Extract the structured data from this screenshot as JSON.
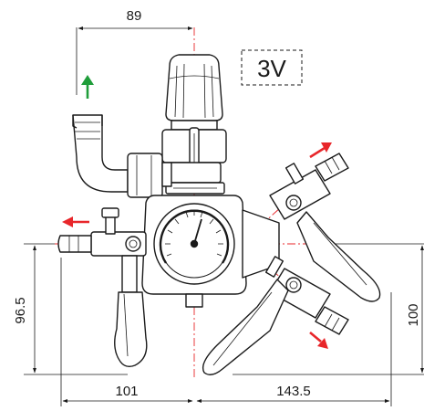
{
  "drawing": {
    "voltage_label": "3V",
    "dimensions": {
      "top_width": "89",
      "left_height": "96.5",
      "right_height": "100",
      "bottom_left_width": "101",
      "bottom_right_width": "143.5"
    },
    "colors": {
      "line": "#1a1a1a",
      "centerline": "#e8262a",
      "arrow_green": "#1f9d3a",
      "arrow_red": "#e8262a",
      "body_fill": "#ffffff"
    },
    "icons": [
      "flow-up-arrow-icon",
      "flow-left-arrow-icon",
      "flow-upper-right-arrow-icon",
      "flow-lower-right-arrow-icon"
    ]
  }
}
